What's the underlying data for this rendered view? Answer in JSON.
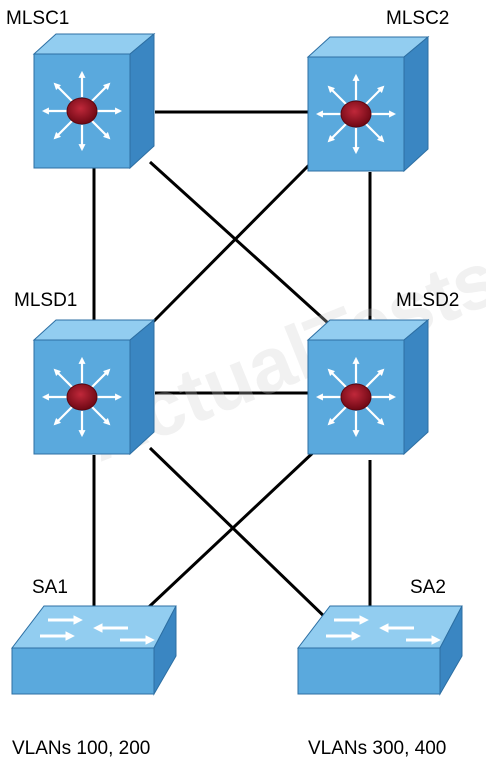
{
  "devices": {
    "mlsc1": {
      "label": "MLSC1",
      "kind": "multilayer-switch"
    },
    "mlsc2": {
      "label": "MLSC2",
      "kind": "multilayer-switch"
    },
    "mlsd1": {
      "label": "MLSD1",
      "kind": "multilayer-switch"
    },
    "mlsd2": {
      "label": "MLSD2",
      "kind": "multilayer-switch"
    },
    "sa1": {
      "label": "SA1",
      "kind": "access-switch"
    },
    "sa2": {
      "label": "SA2",
      "kind": "access-switch"
    }
  },
  "vlans": {
    "sa1": "VLANs 100, 200",
    "sa2": "VLANs 300, 400"
  },
  "links": [
    [
      "MLSC1",
      "MLSC2"
    ],
    [
      "MLSC1",
      "MLSD1"
    ],
    [
      "MLSC1",
      "MLSD2"
    ],
    [
      "MLSC2",
      "MLSD1"
    ],
    [
      "MLSC2",
      "MLSD2"
    ],
    [
      "MLSD1",
      "MLSD2"
    ],
    [
      "MLSD1",
      "SA1"
    ],
    [
      "MLSD1",
      "SA2"
    ],
    [
      "MLSD2",
      "SA1"
    ],
    [
      "MLSD2",
      "SA2"
    ]
  ],
  "watermark": "ActualTests",
  "colors": {
    "switch_front": "#5aa9dd",
    "switch_top": "#92cdf0",
    "switch_side": "#3a86c2",
    "router_hub": "#8c1020",
    "link": "#000000"
  }
}
